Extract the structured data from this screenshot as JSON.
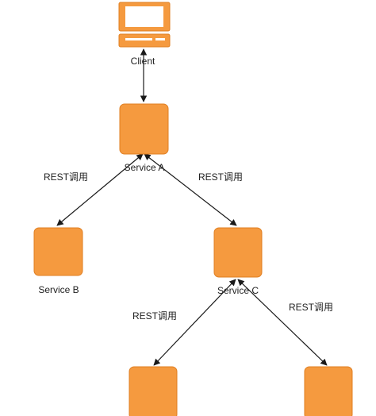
{
  "diagram": {
    "colors": {
      "node_fill": "#f59a3f",
      "node_stroke": "#e07f22",
      "line": "#1a1a1a"
    },
    "nodes": {
      "client": {
        "label": "Client",
        "icon": "computer-icon"
      },
      "service_a": {
        "label": "Service A"
      },
      "service_b": {
        "label": "Service B"
      },
      "service_c": {
        "label": "Service C"
      },
      "service_d": {
        "label": ""
      },
      "service_e": {
        "label": ""
      }
    },
    "edges": {
      "a_b": {
        "label": "REST调用"
      },
      "a_c": {
        "label": "REST调用"
      },
      "c_d": {
        "label": "REST调用"
      },
      "c_e": {
        "label": "REST调用"
      }
    }
  }
}
